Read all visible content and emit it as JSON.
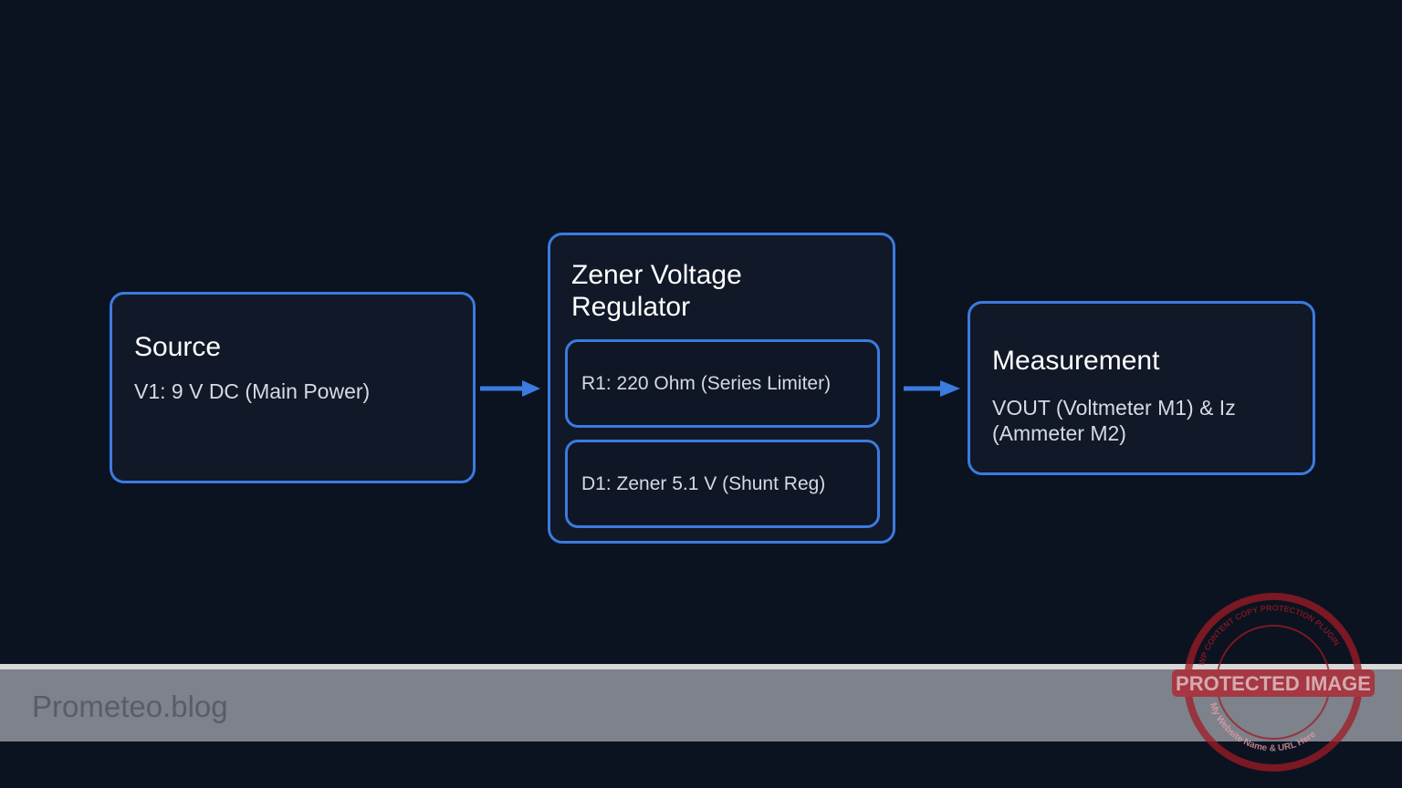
{
  "diagram": {
    "source": {
      "title": "Source",
      "desc": "V1: 9 V DC (Main Power)"
    },
    "regulator": {
      "title_line1": "Zener Voltage",
      "title_line2": "Regulator",
      "parts": [
        {
          "desc": "R1: 220 Ohm (Series Limiter)"
        },
        {
          "desc": "D1: Zener 5.1 V (Shunt Reg)"
        }
      ]
    },
    "measurement": {
      "title": "Measurement",
      "desc_line1": "VOUT (Voltmeter M1) & Iz",
      "desc_line2": "(Ammeter M2)"
    }
  },
  "footer": {
    "brand": "Prometeo.blog"
  },
  "watermark": {
    "banner": "PROTECTED IMAGE",
    "ring_top": "WP CONTENT COPY PROTECTION PLUGIN",
    "ring_bottom": "My Website Name & URL Here"
  },
  "colors": {
    "background": "#0b1220",
    "accent": "#3b7be0",
    "box_fill": "#111827",
    "stamp": "#b3202a"
  }
}
